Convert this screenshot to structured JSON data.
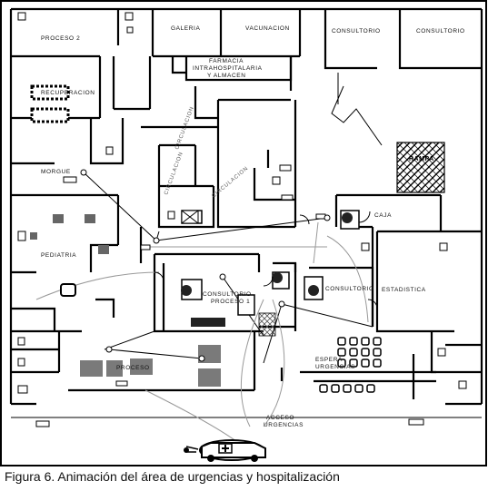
{
  "rooms": {
    "proceso2": "PROCESO 2",
    "galeria": "GALERIA",
    "vacunacion": "VACUNACION",
    "consultorio_1": "CONSULTORIO",
    "consultorio_2": "CONSULTORIO",
    "farmacia_1": "FARMACIA",
    "farmacia_2": "INTRAHOSPITALARIA",
    "farmacia_3": "Y ALMACEN",
    "recuperacion": "RECUPERACION",
    "morgue": "MORGUE",
    "pediatria": "PEDIATRIA",
    "caja": "CAJA",
    "rampa": "RAMPA",
    "estadistica": "ESTADISTICA",
    "consultorio_proceso_1a": "CONSULTORIO",
    "consultorio_proceso_1b": "PROCESO 1",
    "consultorio_3": "CONSULTORIO",
    "proceso_bottom": "PROCESO",
    "espera_1": "ESPERA",
    "espera_2": "URGENCIAS",
    "acceso_1": "ACCESO",
    "acceso_2": "URGENCIAS",
    "circ_1": "CIRCULACION",
    "circ_2": "CIRCULACION",
    "circ_3": "CIRCULACION"
  },
  "caption": "Figura 6. Animación del área de urgencias y hospitalización"
}
